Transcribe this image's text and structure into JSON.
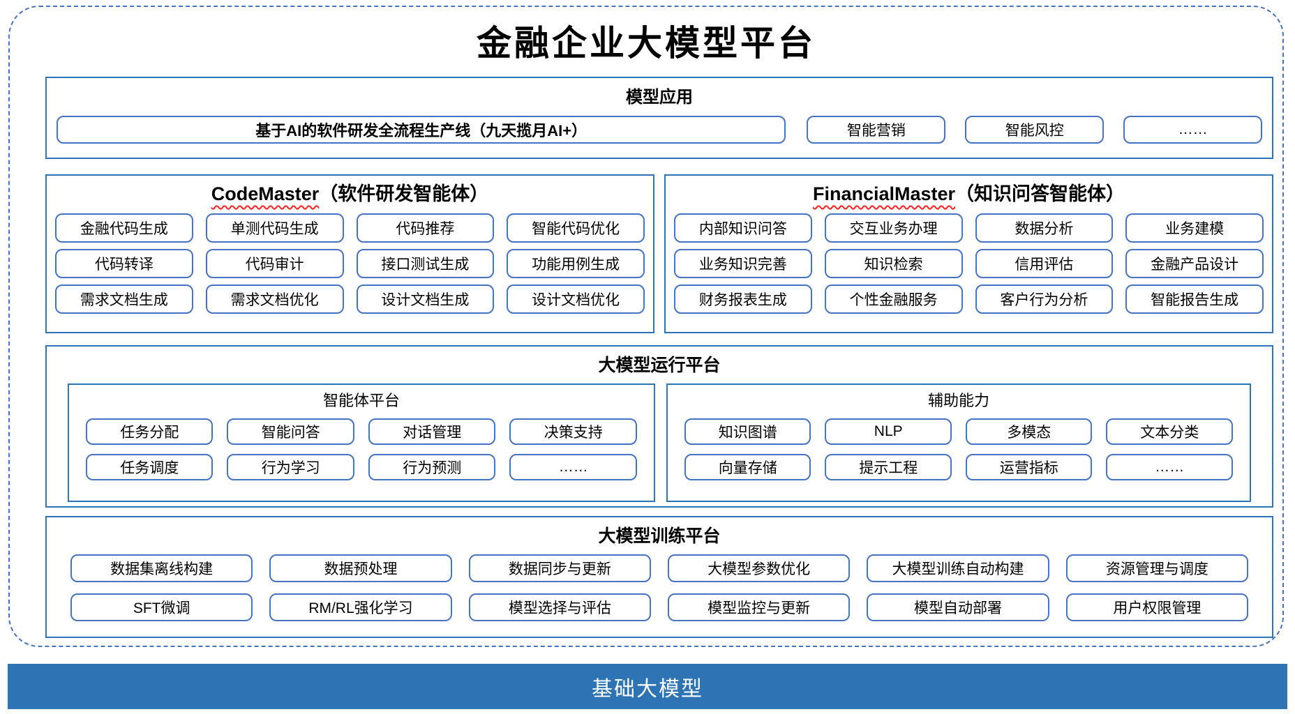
{
  "title": "金融企业大模型平台",
  "colors": {
    "outer_dashed_border": "#4472C4",
    "section_border": "#2E75B6",
    "box_border": "#4472C4",
    "squiggle_underline": "#FF2020",
    "footer_background": "#2E74B5",
    "footer_text": "#FFFFFF",
    "text": "#000000"
  },
  "model_app": {
    "title": "模型应用",
    "main_item": "基于AI的软件研发全流程生产线（九天揽月AI+）",
    "items": [
      "智能营销",
      "智能风控",
      "……"
    ]
  },
  "code_master": {
    "title_en": "CodeMaster",
    "title_suffix": "（软件研发智能体）",
    "items": [
      "金融代码生成",
      "单测代码生成",
      "代码推荐",
      "智能代码优化",
      "代码转译",
      "代码审计",
      "接口测试生成",
      "功能用例生成",
      "需求文档生成",
      "需求文档优化",
      "设计文档生成",
      "设计文档优化"
    ]
  },
  "financial_master": {
    "title_en": "FinancialMaster",
    "title_suffix": "（知识问答智能体）",
    "items": [
      "内部知识问答",
      "交互业务办理",
      "数据分析",
      "业务建模",
      "业务知识完善",
      "知识检索",
      "信用评估",
      "金融产品设计",
      "财务报表生成",
      "个性金融服务",
      "客户行为分析",
      "智能报告生成"
    ]
  },
  "runtime_platform": {
    "title": "大模型运行平台",
    "agent_platform": {
      "title": "智能体平台",
      "items": [
        "任务分配",
        "智能问答",
        "对话管理",
        "决策支持",
        "任务调度",
        "行为学习",
        "行为预测",
        "……"
      ]
    },
    "aux_capabilities": {
      "title": "辅助能力",
      "items": [
        "知识图谱",
        "NLP",
        "多模态",
        "文本分类",
        "向量存储",
        "提示工程",
        "运营指标",
        "……"
      ]
    }
  },
  "training_platform": {
    "title": "大模型训练平台",
    "items": [
      "数据集离线构建",
      "数据预处理",
      "数据同步与更新",
      "大模型参数优化",
      "大模型训练自动构建",
      "资源管理与调度",
      "SFT微调",
      "RM/RL强化学习",
      "模型选择与评估",
      "模型监控与更新",
      "模型自动部署",
      "用户权限管理"
    ]
  },
  "footer": {
    "label": "基础大模型"
  }
}
